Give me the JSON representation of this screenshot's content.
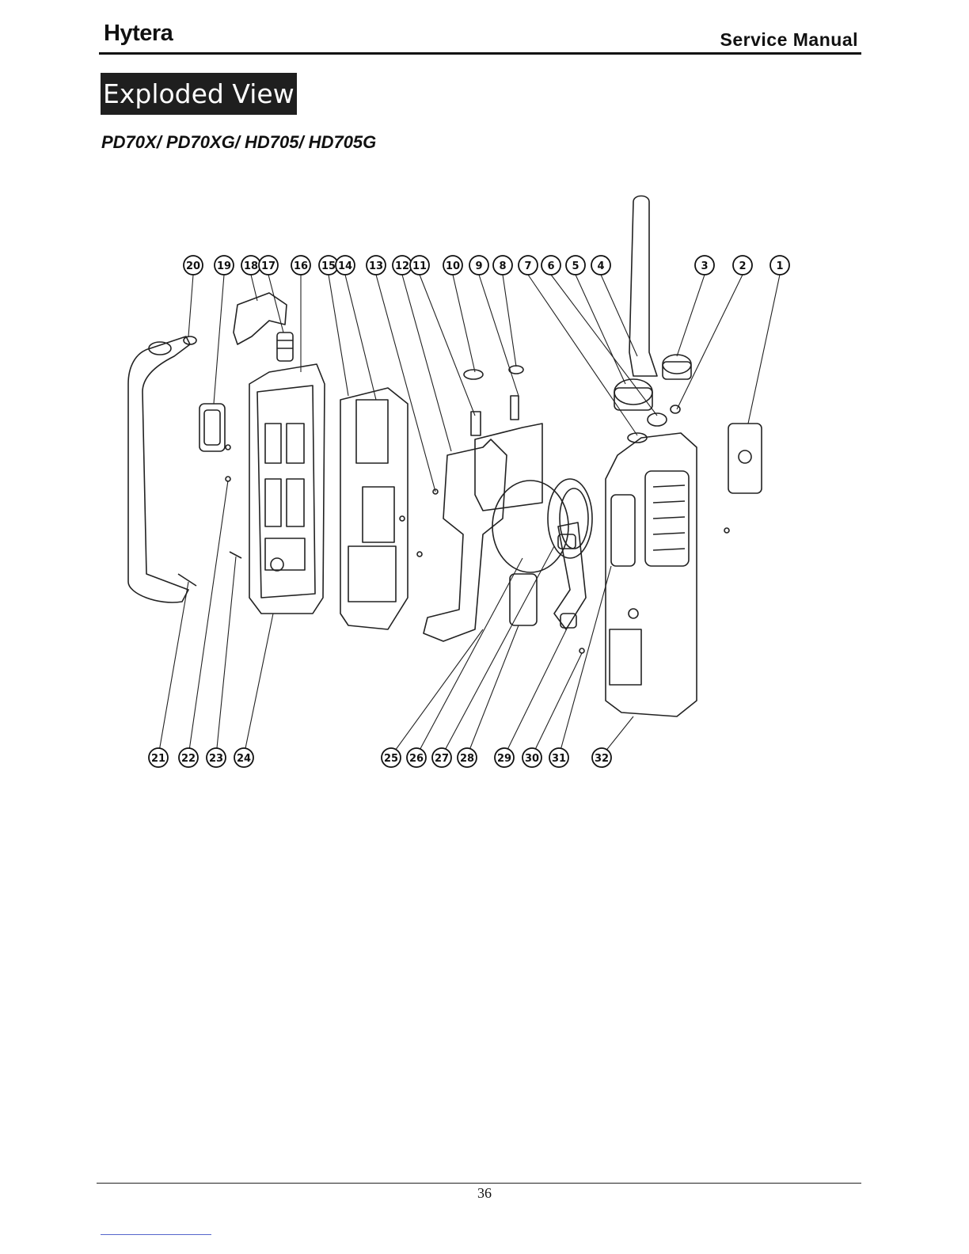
{
  "header": {
    "brand": "Hytera",
    "doc_type": "Service Manual"
  },
  "section": {
    "title": "Exploded View",
    "models": "PD70X/ PD70XG/ HD705/ HD705G"
  },
  "callouts": {
    "top": [
      "20",
      "19",
      "18",
      "17",
      "16",
      "15",
      "14",
      "13",
      "12",
      "11",
      "10",
      "9",
      "8",
      "7",
      "6",
      "5",
      "4",
      "3",
      "2",
      "1"
    ],
    "bottom": [
      "21",
      "22",
      "23",
      "24",
      "25",
      "26",
      "27",
      "28",
      "29",
      "30",
      "31",
      "32"
    ]
  },
  "footer": {
    "page_number": "36"
  },
  "colors": {
    "title_bg": "#1f1f1f",
    "line": "#222222"
  }
}
